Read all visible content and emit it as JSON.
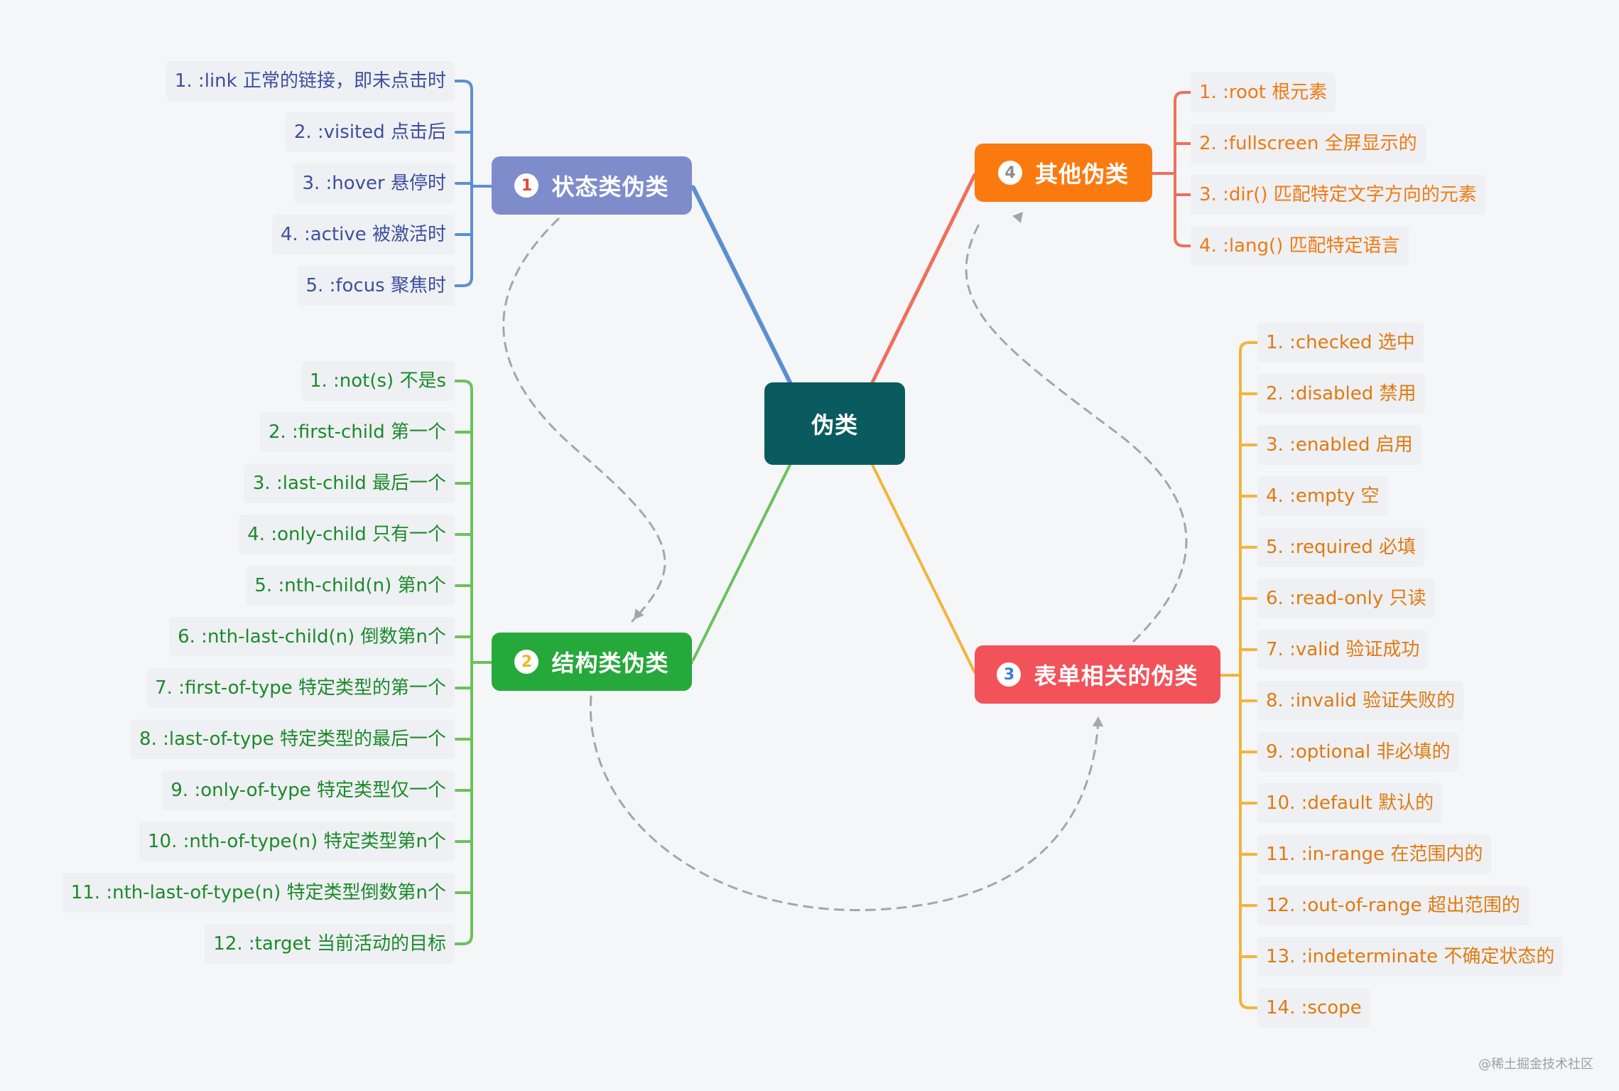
{
  "root": {
    "title": "伪类",
    "color": "#0a5b5f"
  },
  "branches": [
    {
      "id": "b1",
      "num": "1",
      "title": "状态类伪类",
      "color": "#7f8ccc",
      "badge": "#e8453c",
      "line": "#5b8fd1",
      "text": "#3d4f9e",
      "items": [
        "1. :link 正常的链接，即未点击时",
        "2. :visited 点击后",
        "3. :hover 悬停时",
        "4. :active 被激活时",
        "5. :focus 聚焦时"
      ]
    },
    {
      "id": "b2",
      "num": "2",
      "title": "结构类伪类",
      "color": "#25a93a",
      "badge": "#f0b61f",
      "line": "#6cc15c",
      "text": "#1c8a2b",
      "items": [
        "1. :not(s) 不是s",
        "2. :first-child 第一个",
        "3. :last-child 最后一个",
        "4. :only-child 只有一个",
        "5. :nth-child(n) 第n个",
        "6. :nth-last-child(n) 倒数第n个",
        "7. :first-of-type 特定类型的第一个",
        "8. :last-of-type 特定类型的最后一个",
        "9. :only-of-type 特定类型仅一个",
        "10. :nth-of-type(n) 特定类型第n个",
        "11. :nth-last-of-type(n) 特定类型倒数第n个",
        "12. :target 当前活动的目标"
      ]
    },
    {
      "id": "b3",
      "num": "3",
      "title": "表单相关的伪类",
      "color": "#f2525a",
      "badge": "#3a7be0",
      "line": "#f2b53a",
      "text": "#e07a10",
      "items": [
        "1. :checked 选中",
        "2. :disabled 禁用",
        "3. :enabled 启用",
        "4. :empty 空",
        "5. :required 必填",
        "6. :read-only 只读",
        "7. :valid 验证成功",
        "8. :invalid 验证失败的",
        "9. :optional 非必填的",
        "10. :default 默认的",
        "11. :in-range 在范围内的",
        "12. :out-of-range 超出范围的",
        "13. :indeterminate 不确定状态的",
        "14. :scope"
      ]
    },
    {
      "id": "b4",
      "num": "4",
      "title": "其他伪类",
      "color": "#fb7a0f",
      "badge": "#8c8c8c",
      "line": "#f06f5a",
      "text": "#f07a10",
      "items": [
        "1. :root 根元素",
        "2. :fullscreen 全屏显示的",
        "3. :dir() 匹配特定文字方向的元素",
        "4. :lang() 匹配特定语言"
      ]
    }
  ],
  "watermark": "@稀土掘金技术社区"
}
